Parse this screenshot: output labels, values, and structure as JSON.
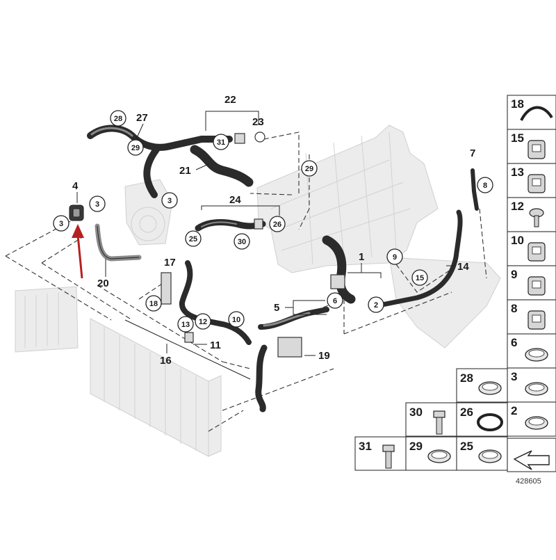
{
  "diagram": {
    "reference_number": "428605",
    "accent_color": "#b52020",
    "arrow_target_callout": "4",
    "callouts_plain": [
      "22",
      "23",
      "27",
      "21",
      "24",
      "4",
      "20",
      "17",
      "16",
      "11",
      "5",
      "1",
      "7",
      "14",
      "19"
    ],
    "callouts_circled": [
      "28",
      "29",
      "31",
      "3",
      "3",
      "3",
      "25",
      "30",
      "26",
      "29",
      "18",
      "13",
      "12",
      "10",
      "6",
      "2",
      "9",
      "15",
      "8"
    ],
    "legend_right": [
      "18",
      "15",
      "13",
      "12",
      "10",
      "9",
      "8",
      "6",
      "3",
      "2"
    ],
    "legend_bottom": [
      "28",
      "30",
      "26",
      "31",
      "29",
      "25"
    ],
    "icons": [
      "cooling-hose-icon",
      "hose-clamp-icon",
      "bolt-icon",
      "seal-ring-icon",
      "radiator-icon",
      "engine-block-icon",
      "red-pointer-arrow-icon",
      "direction-arrow-icon"
    ]
  }
}
